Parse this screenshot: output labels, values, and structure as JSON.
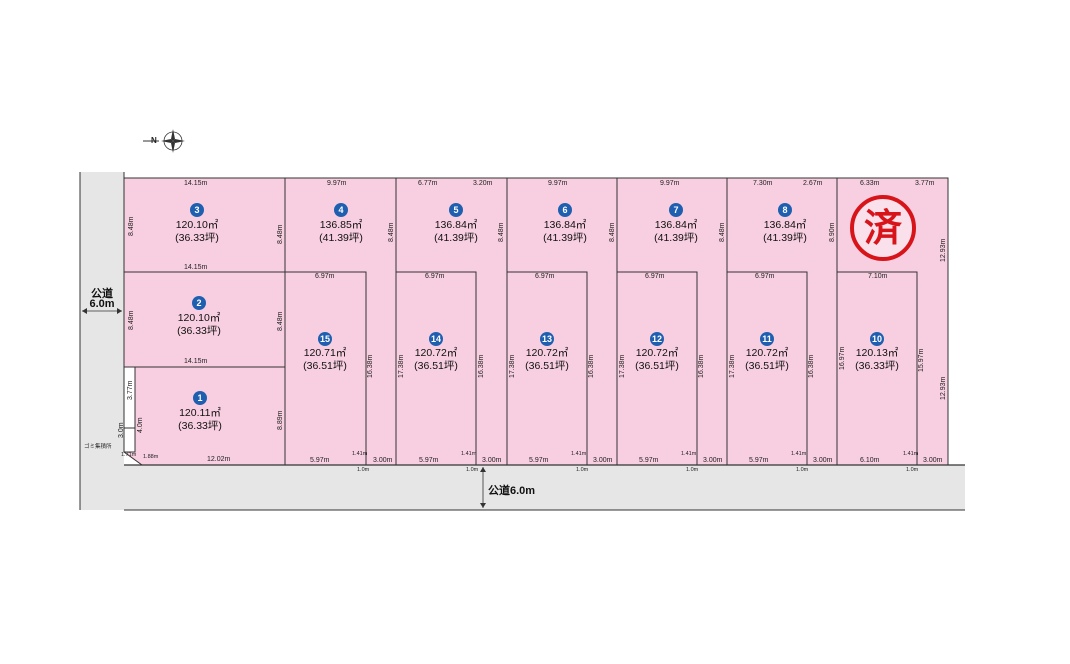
{
  "colors": {
    "lot_fill": "#f8cfe0",
    "road_fill": "#e6e6e6",
    "line": "#333333",
    "badge": "#1f5fb0",
    "sold": "#d8141b"
  },
  "compass": {
    "label": "N",
    "icon": "compass-rose-icon"
  },
  "roads": {
    "west": {
      "name": "公道",
      "width": "6.0m"
    },
    "south": {
      "label": "公道6.0m"
    }
  },
  "garbage": {
    "label": "ゴミ集積所"
  },
  "sold_stamp": "済",
  "lots": [
    {
      "no": "1",
      "area": "120.11㎡",
      "tsubo": "(36.33坪)"
    },
    {
      "no": "2",
      "area": "120.10㎡",
      "tsubo": "(36.33坪)"
    },
    {
      "no": "3",
      "area": "120.10㎡",
      "tsubo": "(36.33坪)"
    },
    {
      "no": "4",
      "area": "136.85㎡",
      "tsubo": "(41.39坪)"
    },
    {
      "no": "5",
      "area": "136.84㎡",
      "tsubo": "(41.39坪)"
    },
    {
      "no": "6",
      "area": "136.84㎡",
      "tsubo": "(41.39坪)"
    },
    {
      "no": "7",
      "area": "136.84㎡",
      "tsubo": "(41.39坪)"
    },
    {
      "no": "8",
      "area": "136.84㎡",
      "tsubo": "(41.39坪)"
    },
    {
      "no": "10",
      "area": "120.13㎡",
      "tsubo": "(36.33坪)"
    },
    {
      "no": "11",
      "area": "120.72㎡",
      "tsubo": "(36.51坪)"
    },
    {
      "no": "12",
      "area": "120.72㎡",
      "tsubo": "(36.51坪)"
    },
    {
      "no": "13",
      "area": "120.72㎡",
      "tsubo": "(36.51坪)"
    },
    {
      "no": "14",
      "area": "120.72㎡",
      "tsubo": "(36.51坪)"
    },
    {
      "no": "15",
      "area": "120.71㎡",
      "tsubo": "(36.51坪)"
    }
  ],
  "dims": {
    "w14_15": "14.15m",
    "w9_97": "9.97m",
    "w6_77": "6.77m",
    "w3_20": "3.20m",
    "w7_30": "7.30m",
    "w2_67": "2.67m",
    "w6_33": "6.33m",
    "w3_77": "3.77m",
    "w6_97": "6.97m",
    "w7_10": "7.10m",
    "w5_97": "5.97m",
    "w6_10": "6.10m",
    "w3_00": "3.00m",
    "w12_02": "12.02m",
    "w1_41": "1.41m",
    "w1_0": "1.0m",
    "h8_48": "8.48m",
    "h8_90": "8.90m",
    "h8_89": "8.89m",
    "h3_77": "3.77m",
    "h12_93": "12.93m",
    "h17_38": "17.38m",
    "h16_38": "16.38m",
    "h16_97": "16.97m",
    "h15_97": "15.97m",
    "h3_0": "3.0m",
    "h4_0": "4.0m",
    "d1_71": "1.71m",
    "d1_88": "1.88m",
    "d12_93b": "12.93m"
  }
}
